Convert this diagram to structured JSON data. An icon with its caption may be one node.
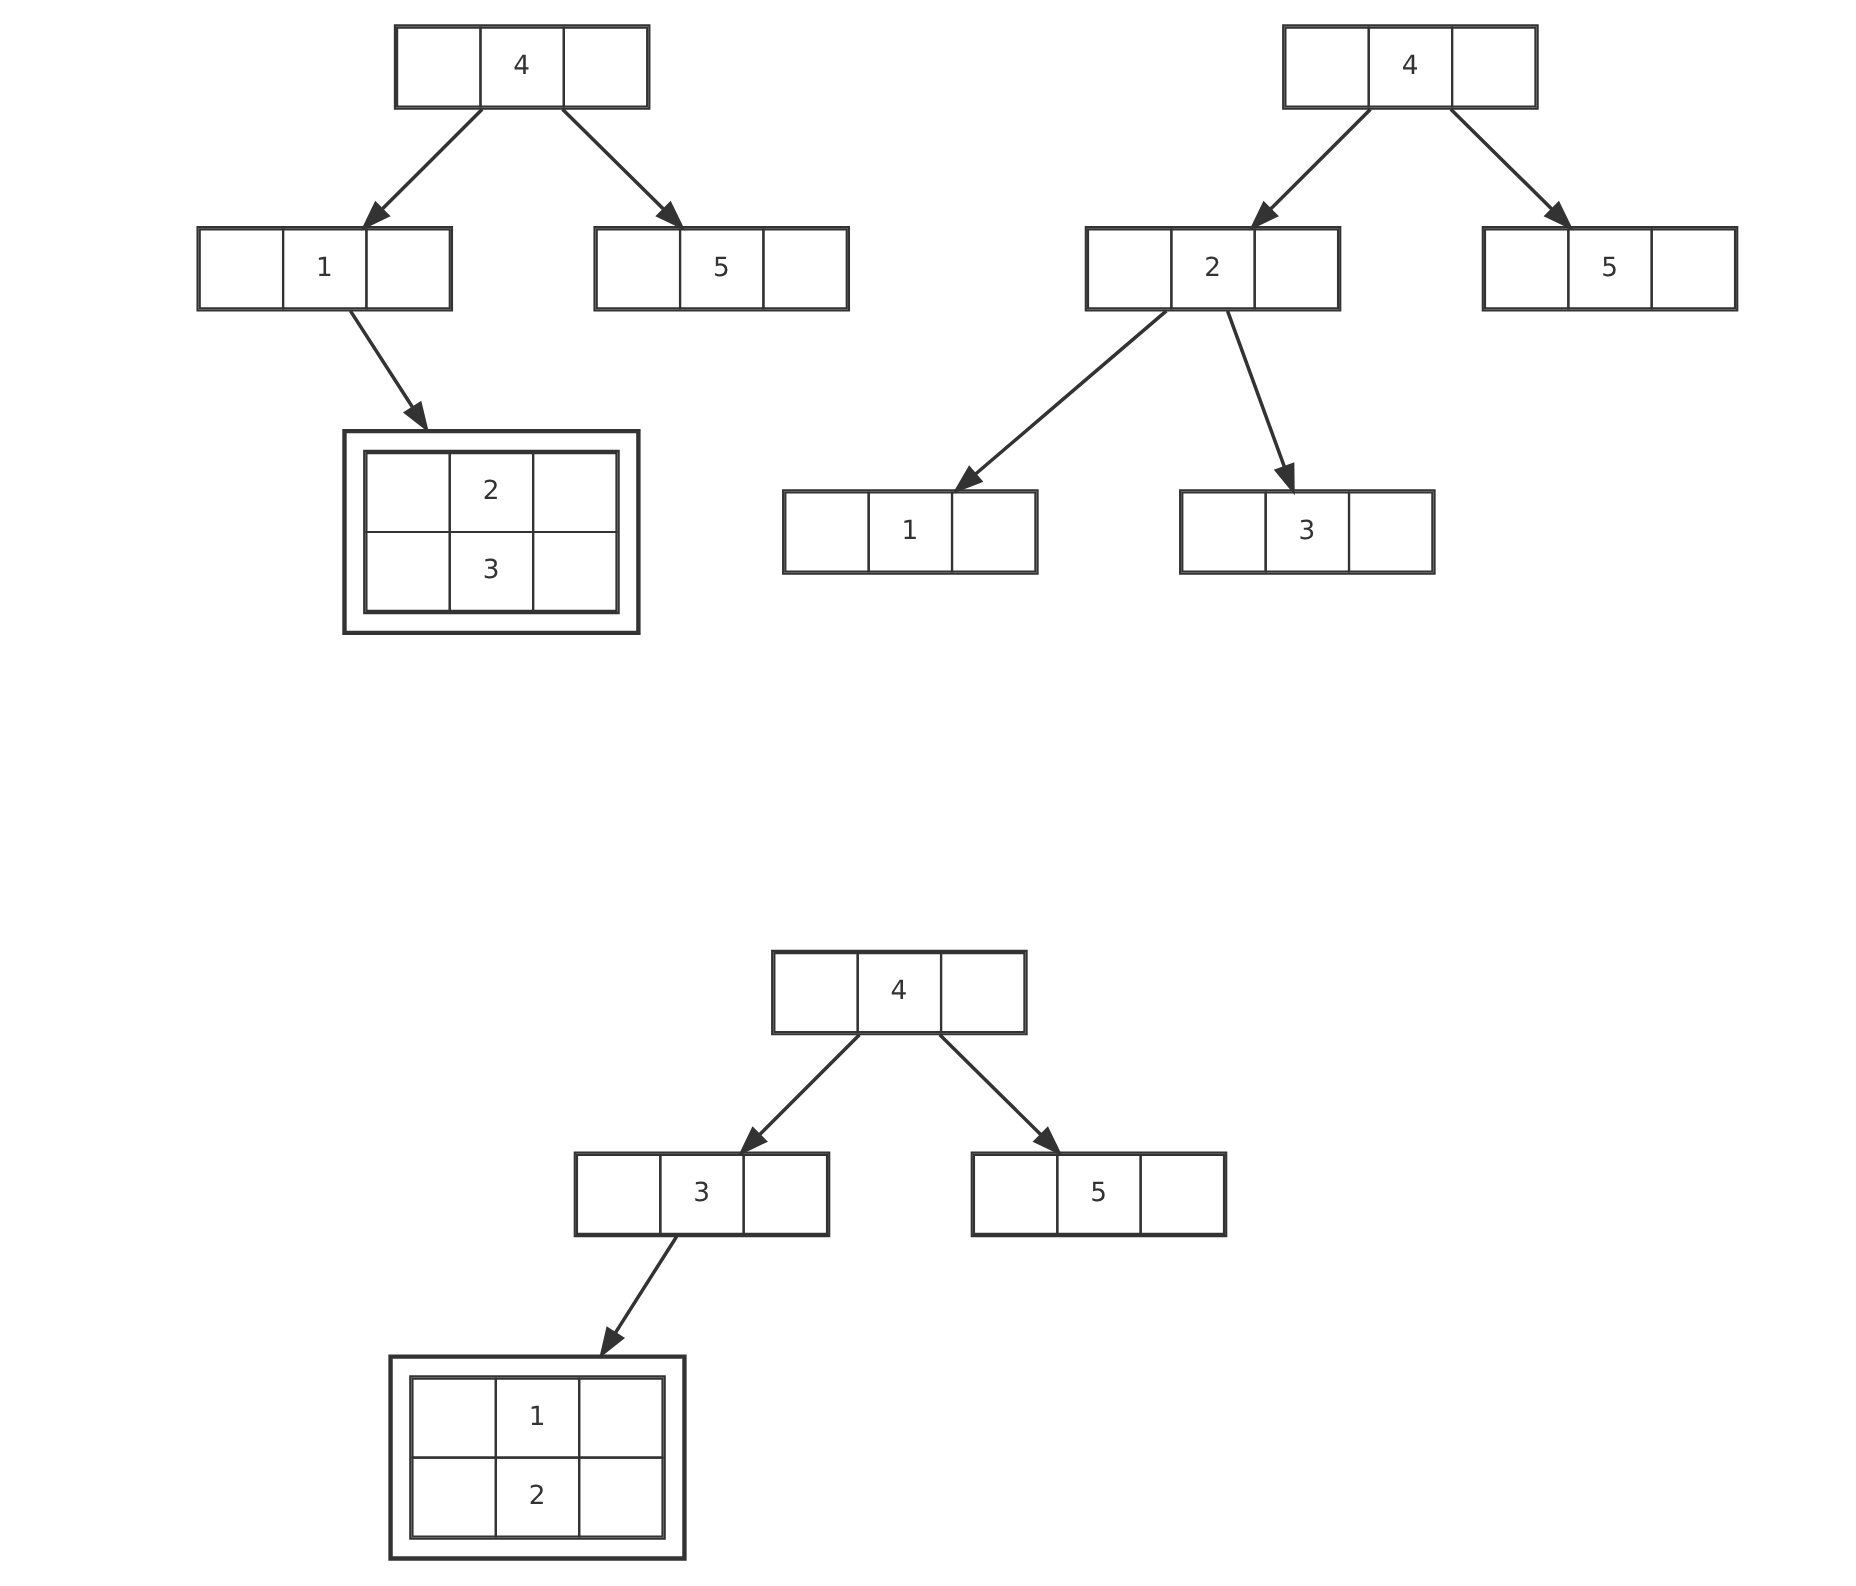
{
  "diagram": {
    "nodes": [
      {
        "text": [
          "4"
        ]
      },
      {
        "text": [
          "1"
        ]
      },
      {
        "text": [
          "5"
        ]
      },
      {
        "text": [
          "2",
          "3"
        ]
      },
      {
        "text": [
          "4"
        ]
      },
      {
        "text": [
          "2"
        ]
      },
      {
        "text": [
          "5"
        ]
      },
      {
        "text": [
          "1"
        ]
      },
      {
        "text": [
          "3"
        ]
      },
      {
        "text": [
          "4"
        ]
      },
      {
        "text": [
          "3"
        ]
      },
      {
        "text": [
          "5"
        ]
      },
      {
        "text": [
          "1",
          "2"
        ]
      }
    ],
    "edges": [
      {
        "from": 0,
        "to": 1,
        "arrow": "to"
      },
      {
        "from": 0,
        "to": 2,
        "arrow": "to"
      },
      {
        "from": 1,
        "to": 3,
        "arrow": "to"
      },
      {
        "from": 4,
        "to": 5,
        "arrow": "to"
      },
      {
        "from": 4,
        "to": 6,
        "arrow": "to"
      },
      {
        "from": 5,
        "to": 7,
        "arrow": "to"
      },
      {
        "from": 5,
        "to": 8,
        "arrow": "to"
      },
      {
        "from": 9,
        "to": 10,
        "arrow": "to"
      },
      {
        "from": 9,
        "to": 11,
        "arrow": "to"
      },
      {
        "from": 10,
        "to": 12,
        "arrow": "to"
      }
    ]
  }
}
